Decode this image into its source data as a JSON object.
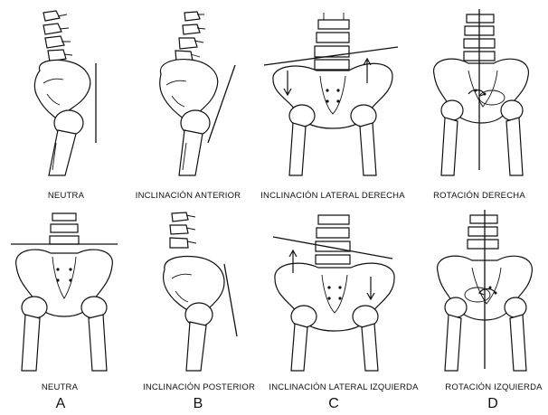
{
  "panels": [
    {
      "id": "neutra-lateral",
      "caption": "NEUTRA"
    },
    {
      "id": "inclinacion-anterior",
      "caption": "INCLINACIÓN ANTERIOR"
    },
    {
      "id": "inclinacion-lateral-derecha",
      "caption": "INCLINACIÓN LATERAL DERECHA"
    },
    {
      "id": "rotacion-derecha",
      "caption": "ROTACIÓN DERECHA"
    },
    {
      "id": "neutra-frontal",
      "caption": "NEUTRA"
    },
    {
      "id": "inclinacion-posterior",
      "caption": "INCLINACIÓN POSTERIOR"
    },
    {
      "id": "inclinacion-lateral-izquierda",
      "caption": "INCLINACIÓN LATERAL IZQUIERDA"
    },
    {
      "id": "rotacion-izquierda",
      "caption": "ROTACIÓN IZQUIERDA"
    }
  ],
  "column_letters": [
    "A",
    "B",
    "C",
    "D"
  ]
}
